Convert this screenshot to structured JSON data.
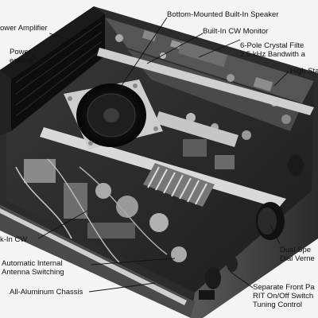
{
  "callouts": [
    {
      "id": "power-amplifier",
      "lines": [
        "ower Amplifier"
      ]
    },
    {
      "id": "power-heatsink",
      "lines": [
        "Power",
        "eatsink"
      ]
    },
    {
      "id": "bottom-speaker",
      "lines": [
        "Bottom-Mounted Built-In Speaker"
      ]
    },
    {
      "id": "cw-monitor",
      "lines": [
        "Built-In CW Monitor"
      ]
    },
    {
      "id": "crystal-filter",
      "lines": [
        "6-Pole Crystal Filte",
        "2.5 kHz Bandwith a"
      ]
    },
    {
      "id": "high-stability",
      "lines": [
        "High Sta"
      ]
    },
    {
      "id": "break-in-cw",
      "lines": [
        "k-In CW"
      ]
    },
    {
      "id": "antenna-switching",
      "lines": [
        "Automatic Internal",
        "Antenna Switching"
      ]
    },
    {
      "id": "chassis",
      "lines": [
        "All-Aluminum Chassis"
      ]
    },
    {
      "id": "dual-speed-dial",
      "lines": [
        "Dual Spe",
        "Dial Verne"
      ]
    },
    {
      "id": "front-panel-rit",
      "lines": [
        "Separate Front Pa",
        "RIT On/Off Switch",
        "Tuning Control"
      ]
    }
  ]
}
